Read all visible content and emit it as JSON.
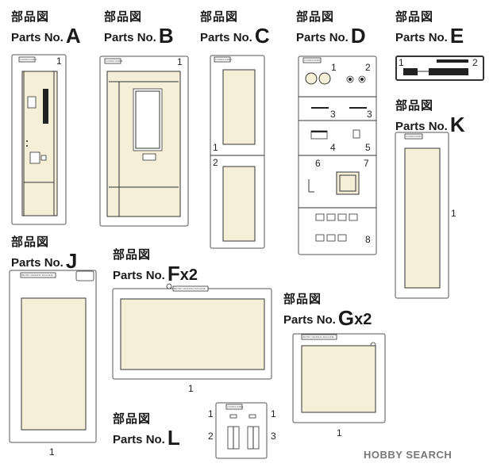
{
  "labels": [
    {
      "id": "A",
      "jp": "部品図",
      "text": "Parts No.",
      "letter": "A",
      "qty": ""
    },
    {
      "id": "B",
      "jp": "部品図",
      "text": "Parts No.",
      "letter": "B",
      "qty": ""
    },
    {
      "id": "C",
      "jp": "部品図",
      "text": "Parts No.",
      "letter": "C",
      "qty": ""
    },
    {
      "id": "D",
      "jp": "部品図",
      "text": "Parts No.",
      "letter": "D",
      "qty": ""
    },
    {
      "id": "E",
      "jp": "部品図",
      "text": "Parts No.",
      "letter": "E",
      "qty": ""
    },
    {
      "id": "K",
      "jp": "部品図",
      "text": "Parts No.",
      "letter": "K",
      "qty": ""
    },
    {
      "id": "J",
      "jp": "部品図",
      "text": "Parts No.",
      "letter": "J",
      "qty": ""
    },
    {
      "id": "F",
      "jp": "部品図",
      "text": "Parts No.",
      "letter": "F",
      "qty": "x2"
    },
    {
      "id": "G",
      "jp": "部品図",
      "text": "Parts No.",
      "letter": "G",
      "qty": "x2"
    },
    {
      "id": "L",
      "jp": "部品図",
      "text": "Parts No.",
      "letter": "L",
      "qty": ""
    }
  ],
  "part_numbers": {
    "A": [
      "1"
    ],
    "B": [
      "1"
    ],
    "C": [
      "1",
      "2"
    ],
    "D": [
      "1",
      "2",
      "3",
      "3",
      "4",
      "5",
      "6",
      "7",
      "8"
    ],
    "E": [
      "1",
      "2"
    ],
    "K": [
      "1"
    ],
    "J": [
      "1"
    ],
    "F": [
      "1"
    ],
    "G": [
      "1"
    ],
    "L": [
      "1",
      "1",
      "2",
      "3"
    ]
  },
  "sprue_tags": {
    "retro": "RETRO VENDING MACHINE",
    "code_a": "LOS004-SOB-A",
    "code_b": "LOS004-SOB-B",
    "code_c": "LOS004-SOB-C",
    "code_d": "LOS004-SOB-D",
    "code_k": "LOS004-SOB-K",
    "code_l": "LOS004-SOB-L"
  },
  "watermark": {
    "brand": "HOBBY",
    "brand2": "SEARCH"
  },
  "colors": {
    "part_fill": "#f6efd8",
    "line": "#333333",
    "frame": "#555555",
    "dark": "#222222"
  }
}
